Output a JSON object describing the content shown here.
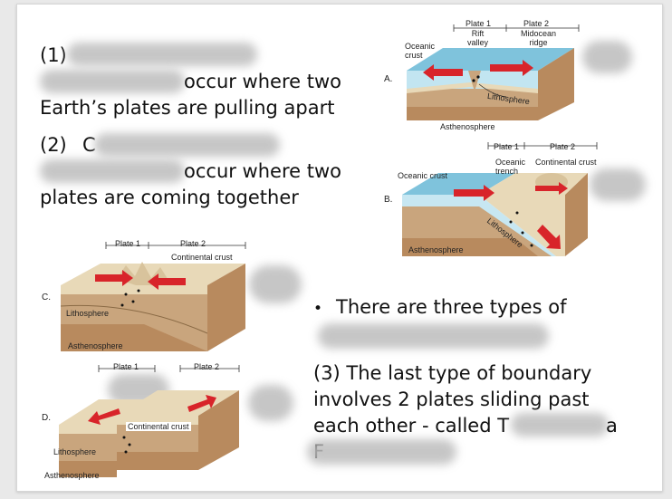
{
  "text": {
    "p1_num": "(1)",
    "p1_l2": "occur where two",
    "p1_l3": "Earth’s plates are pulling apart",
    "p2_num": "(2)",
    "p2_letter": "C",
    "p2_l2": "occur where two",
    "p2_l3": "plates are coming together",
    "bullet_mark": "•",
    "bullet_l1": "There are three types of",
    "p3_l1": "(3)  The last type of boundary",
    "p3_l2": "involves 2 plates sliding past",
    "p3_l3": "each other - called T",
    "p3_l3_tail": "a",
    "p3_l4": "F"
  },
  "diagram_a": {
    "letter": "A.",
    "plate1": "Plate 1",
    "plate2": "Plate 2",
    "rift_valley": "Rift\nvalley",
    "midocean_ridge": "Midocean\nridge",
    "oceanic_crust": "Oceanic\ncrust",
    "lithosphere": "Lithosphere",
    "asthenosphere": "Asthenosphere"
  },
  "diagram_b": {
    "letter": "B.",
    "plate1": "Plate 1",
    "plate2": "Plate 2",
    "oceanic_trench": "Oceanic\ntrench",
    "continental_crust": "Continental crust",
    "oceanic_crust": "Oceanic crust",
    "lithosphere": "Lithosphere",
    "asthenosphere": "Asthenosphere"
  },
  "diagram_c": {
    "letter": "C.",
    "plate1": "Plate 1",
    "plate2": "Plate 2",
    "continental_crust": "Continental crust",
    "lithosphere": "Lithosphere",
    "asthenosphere": "Asthenosphere"
  },
  "diagram_d": {
    "letter": "D.",
    "plate1": "Plate 1",
    "plate2": "Plate 2",
    "continental_crust": "Continental crust",
    "lithosphere": "Lithosphere",
    "asthenosphere": "Asthenosphere"
  },
  "colors": {
    "ocean": "#7fc3dc",
    "crust_tan": "#e8d9b8",
    "lithosphere": "#c9a57d",
    "asthenosphere": "#b88a5e",
    "arrow_red": "#d8242a",
    "redaction_gray": "#bdbdbd"
  }
}
